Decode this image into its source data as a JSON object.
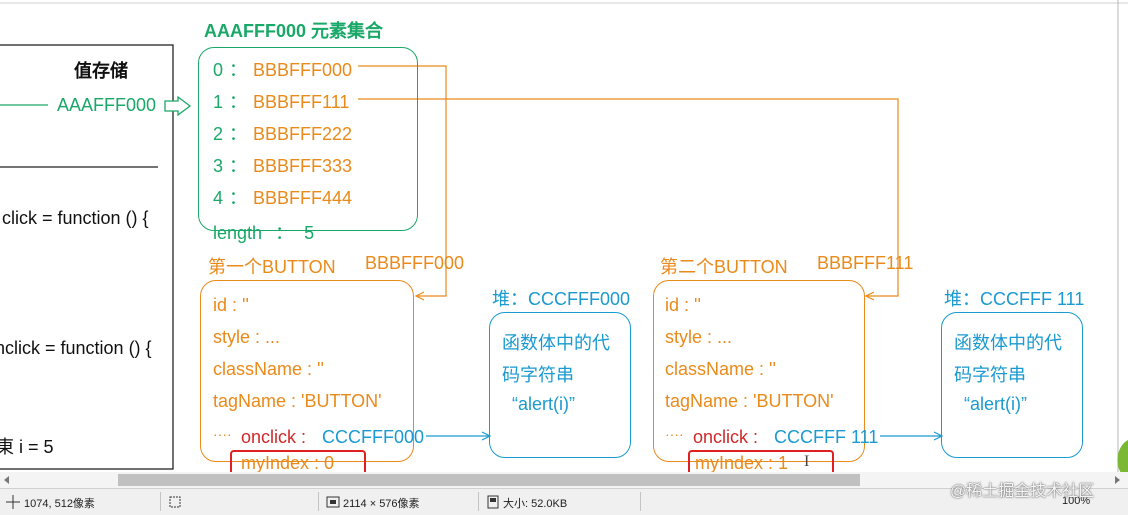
{
  "value_store": {
    "title": "值存储",
    "address": "AAAFFF000",
    "code1": "click = function () {",
    "code2": "nclick = function () {",
    "code3": "東 i = 5"
  },
  "collection": {
    "title": "AAAFFF000 元素集合",
    "rows": [
      {
        "idx": "0",
        "sep": "：",
        "val": "BBBFFF000"
      },
      {
        "idx": "1",
        "sep": "：",
        "val": "BBBFFF111"
      },
      {
        "idx": "2",
        "sep": "：",
        "val": "BBBFFF222"
      },
      {
        "idx": "3",
        "sep": "：",
        "val": "BBBFFF333"
      },
      {
        "idx": "4",
        "sep": "：",
        "val": "BBBFFF444"
      }
    ],
    "length_label": "length",
    "length_sep": "：",
    "length_value": "5"
  },
  "button1": {
    "heading": "第一个BUTTON",
    "address": "BBBFFF000",
    "id": "id : ''",
    "style": "style : ...",
    "className": "className : ''",
    "tagName": "tagName : 'BUTTON'",
    "dots": "····",
    "onclick_label": "onclick :",
    "onclick_value": "CCCFFF000",
    "myIndex": "myIndex : 0"
  },
  "heap1": {
    "title": "堆：CCCFFF000",
    "line1": "函数体中的代",
    "line2": "码字符串",
    "line3": "“alert(i)”"
  },
  "button2": {
    "heading": "第二个BUTTON",
    "address": "BBBFFF111",
    "id": "id : ''",
    "style": "style : ...",
    "className": "className : ''",
    "tagName": "tagName : 'BUTTON'",
    "dots": "····",
    "onclick_label": "onclick :",
    "onclick_value": "CCCFFF 111",
    "myIndex": "myIndex : 1",
    "cursor": "I"
  },
  "heap2": {
    "title": "堆：CCCFFF 111",
    "line1": "函数体中的代",
    "line2": "码字符串",
    "line3": "“alert(i)”"
  },
  "statusbar": {
    "cursor_pos": "1074, 512像素",
    "dimensions": "2114 × 576像素",
    "size": "大小: 52.0KB",
    "zoom": "100%"
  },
  "watermark": "@稀土掘金技术社区",
  "colors": {
    "green": "#1aa868",
    "orange": "#ea8a1a",
    "blue": "#1a9ad0",
    "red": "#e02020"
  }
}
